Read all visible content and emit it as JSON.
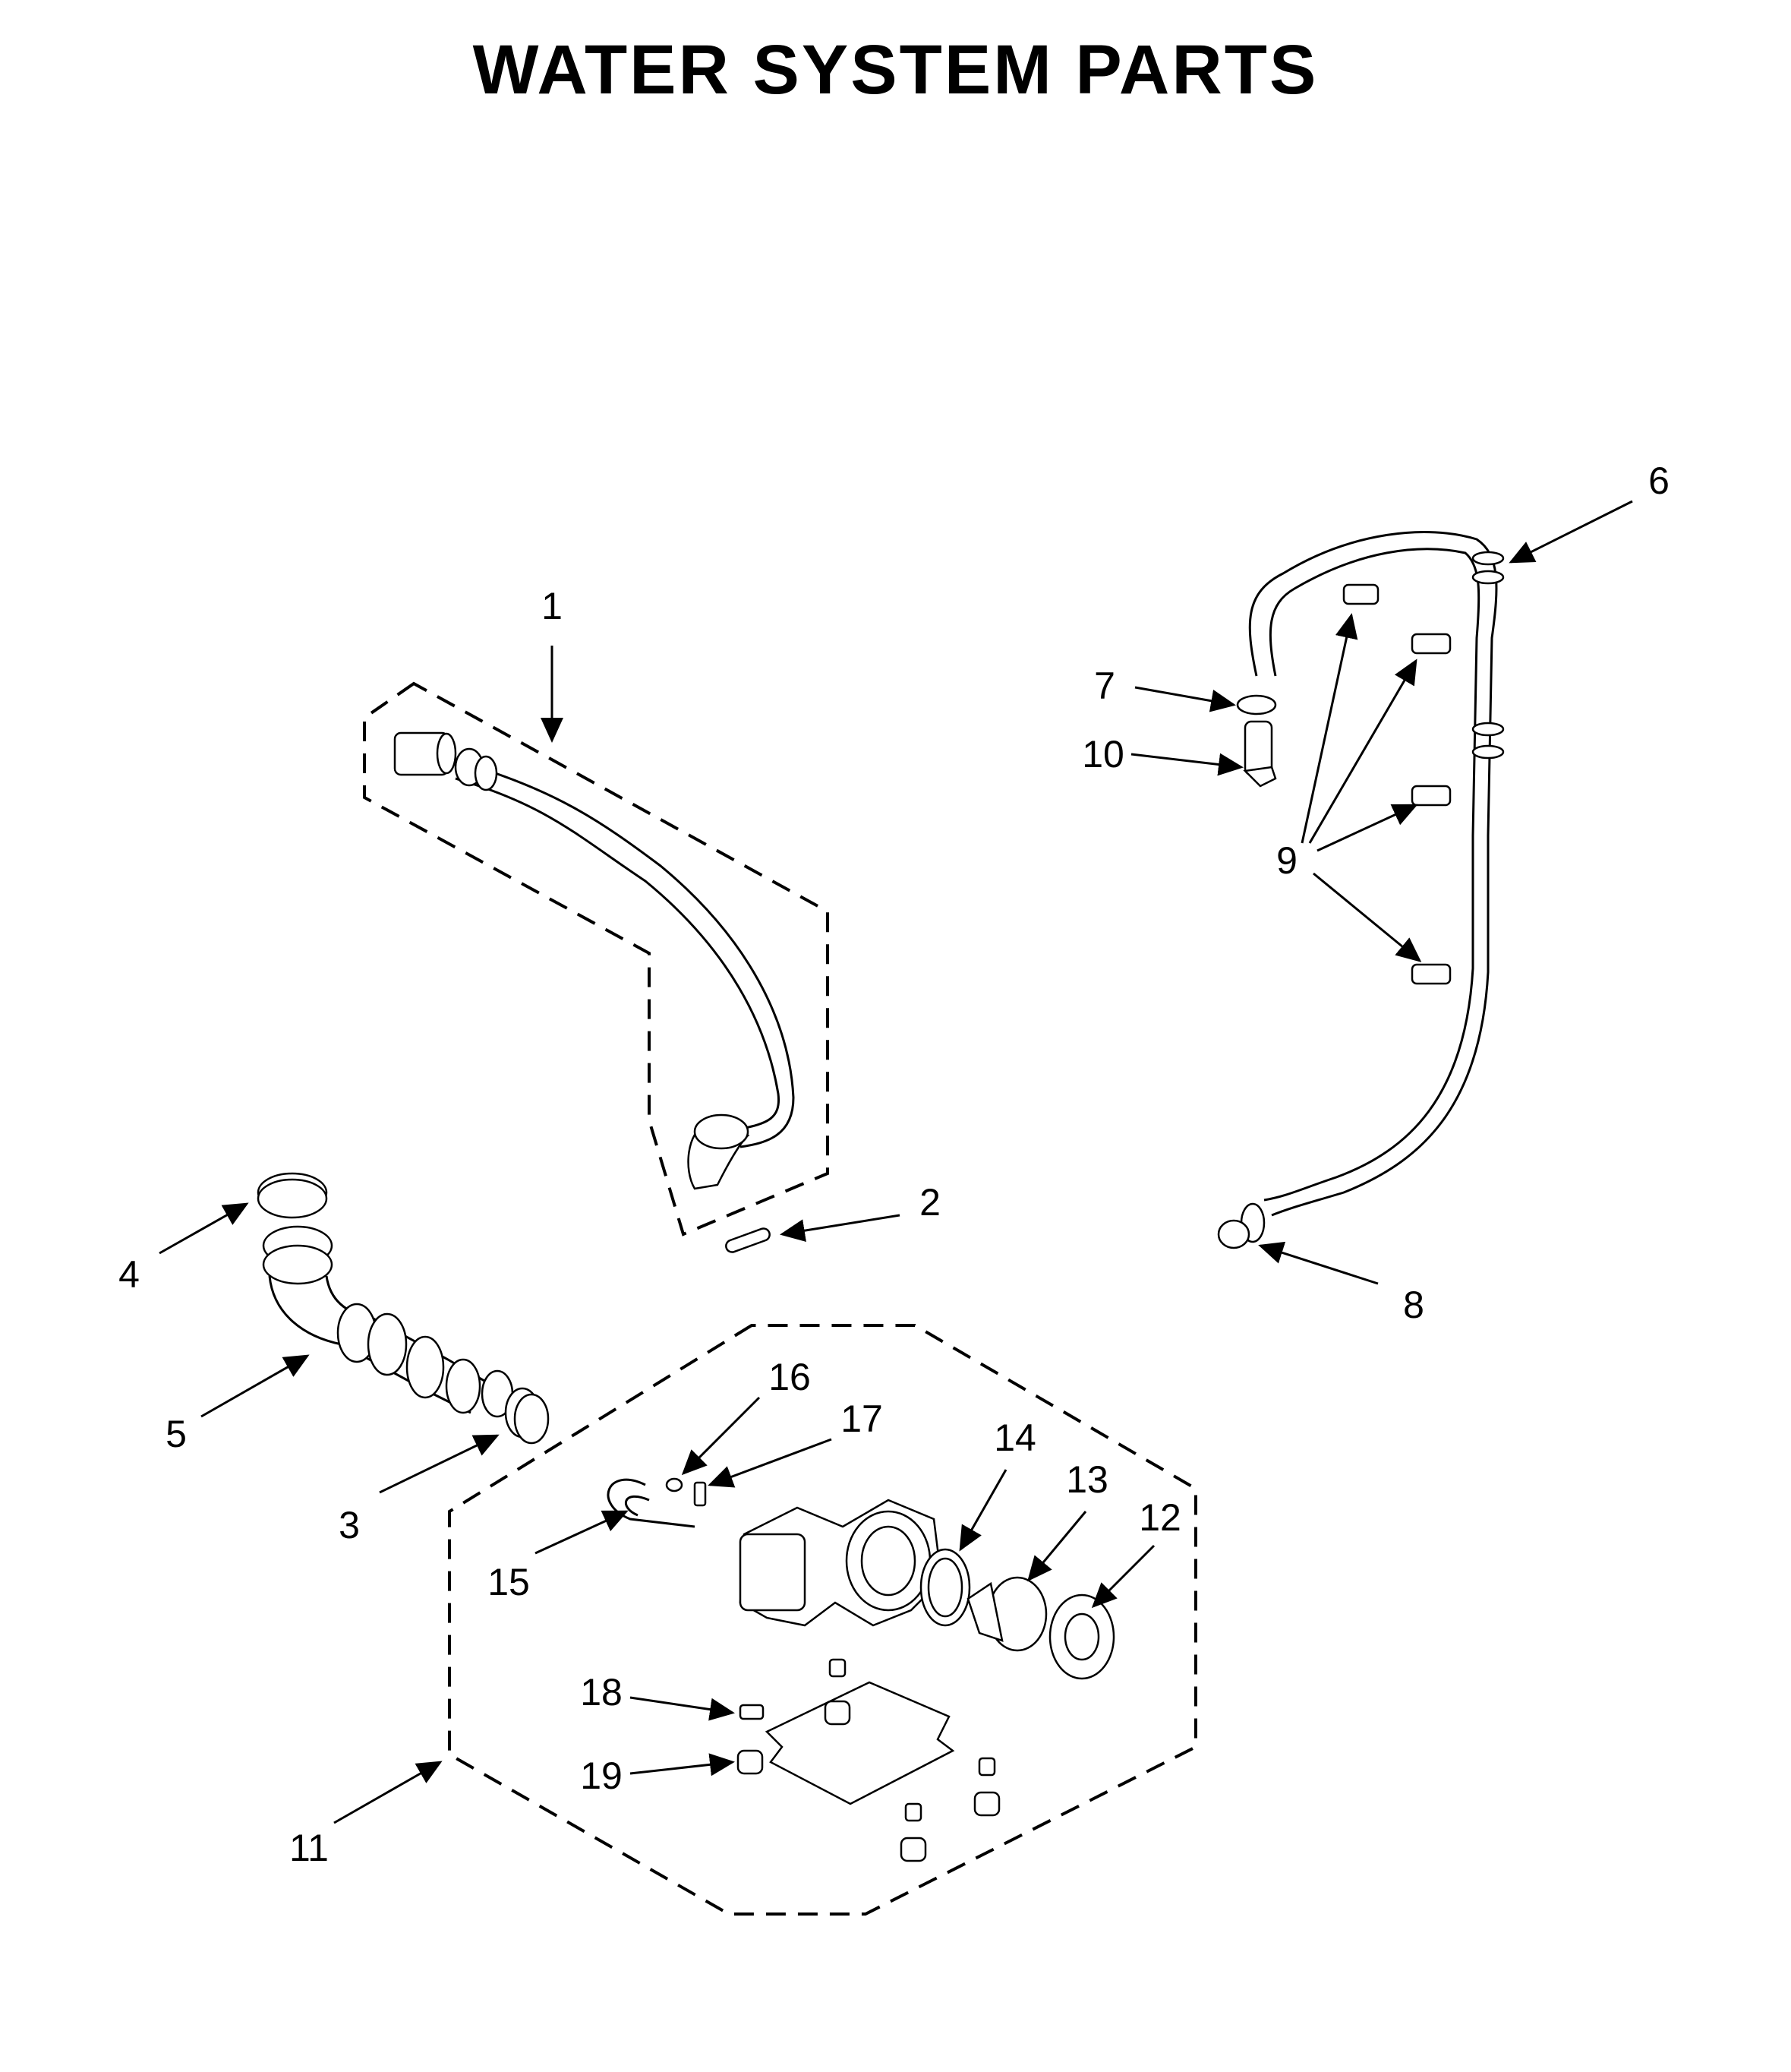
{
  "title": "WATER SYSTEM PARTS",
  "callouts": [
    "1",
    "2",
    "3",
    "4",
    "5",
    "6",
    "7",
    "8",
    "9",
    "10",
    "11",
    "12",
    "13",
    "14",
    "15",
    "16",
    "17",
    "18",
    "19"
  ]
}
